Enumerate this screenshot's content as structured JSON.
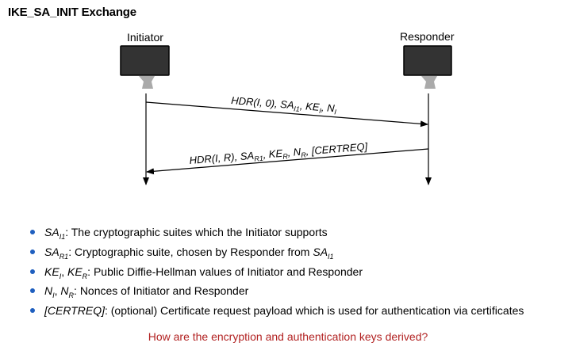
{
  "title": "IKE_SA_INIT Exchange",
  "actors": {
    "initiator": "Initiator",
    "responder": "Responder"
  },
  "messages": [
    {
      "direction": "initiator-to-responder",
      "parts": {
        "p1": "HDR(I, 0), SA",
        "p1_sub": "I1",
        "p2": ", KE",
        "p2_sub": "I",
        "p3": ", N",
        "p3_sub": "I"
      }
    },
    {
      "direction": "responder-to-initiator",
      "parts": {
        "p1": "HDR(I, R), SA",
        "p1_sub": "R1",
        "p2": ", KE",
        "p2_sub": "R",
        "p3": ", N",
        "p3_sub": "R",
        "p4": ", [CERTREQ]"
      }
    }
  ],
  "notes": [
    {
      "sym1": "SA",
      "sub1": "I1",
      "text": ": The cryptographic suites which the Initiator supports"
    },
    {
      "sym1": "SA",
      "sub1": "R1",
      "text": ": Cryptographic suite, chosen by Responder from ",
      "sym2": "SA",
      "sub2": "I1"
    },
    {
      "sym1": "KE",
      "sub1": "I",
      "sep": ", ",
      "sym2": "KE",
      "sub2": "R",
      "text": ": Public Diffie-Hellman values of Initiator and Responder"
    },
    {
      "sym1": "N",
      "sub1": "I",
      "sep": ", ",
      "sym2": "N",
      "sub2": "R",
      "text": ": Nonces of Initiator and Responder"
    },
    {
      "sym1": "[CERTREQ]",
      "text": ": (optional) Certificate request payload which is used for authentication via certificates"
    }
  ],
  "question": "How are the encryption and authentication keys derived?",
  "colors": {
    "bullet": "#1f5fbf",
    "question": "#b22222",
    "computer_screen": "#333333",
    "computer_stand": "#aaaaaa"
  },
  "icons": {
    "initiator": "computer-icon",
    "responder": "computer-icon"
  }
}
